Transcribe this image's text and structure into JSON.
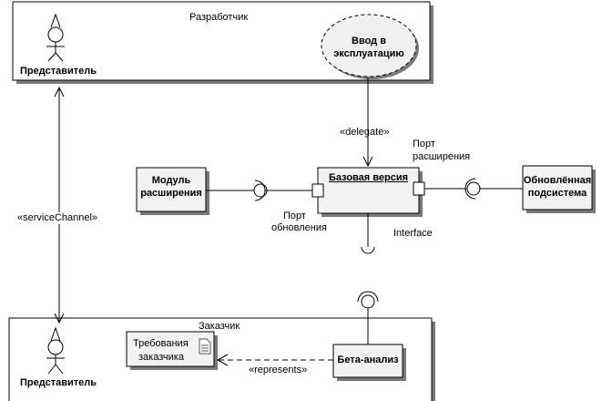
{
  "developer": {
    "title": "Разработчик",
    "actor_label": "Представитель",
    "deploy_usecase": [
      "Ввод в",
      "эксплуатацию"
    ]
  },
  "customer": {
    "title": "Заказчик",
    "actor_label": "Представитель",
    "requirements": [
      "Требования",
      "заказчика"
    ],
    "beta": "Бета-анализ"
  },
  "components": {
    "module": [
      "Модуль",
      "расширения"
    ],
    "base": "Базовая версия",
    "updated": [
      "Обновлённая",
      "подсистема"
    ]
  },
  "labels": {
    "delegate": "«delegate»",
    "service_channel": "«serviceChannel»",
    "represents": "«represents»",
    "ext_port": [
      "Порт",
      "расширения"
    ],
    "upd_port": [
      "Порт",
      "обновления"
    ],
    "interface": "Interface"
  },
  "colors": {
    "shadow": "#7a7a7a",
    "component_fill": "#f2f2f2",
    "ellipse_fill": "#f0f0f0"
  }
}
